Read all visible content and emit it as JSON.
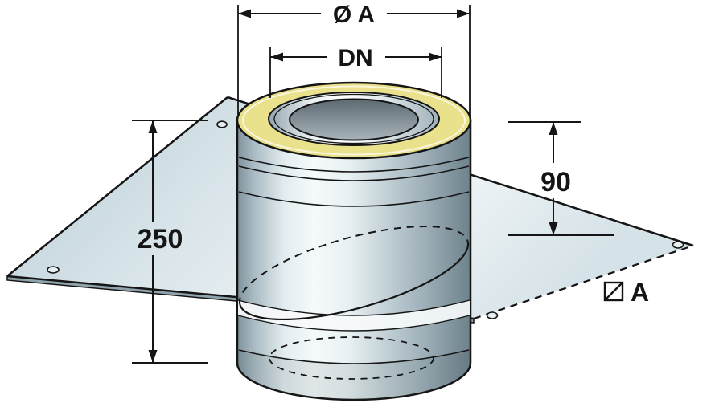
{
  "diagram": {
    "labels": {
      "outer_diameter": "Ø A",
      "nominal_diameter": "DN",
      "overall_height": "250",
      "height_above_plate": "90",
      "plate_square_side": "A"
    },
    "colors": {
      "line": "#151515",
      "insulation_yellow": "#e9e18c",
      "plate_shadow": "#b9cdd6",
      "plate_light": "#eef4f6",
      "opening_top": "#5e6a71",
      "opening_bottom": "#a8b4ba",
      "background": "#ffffff"
    }
  }
}
